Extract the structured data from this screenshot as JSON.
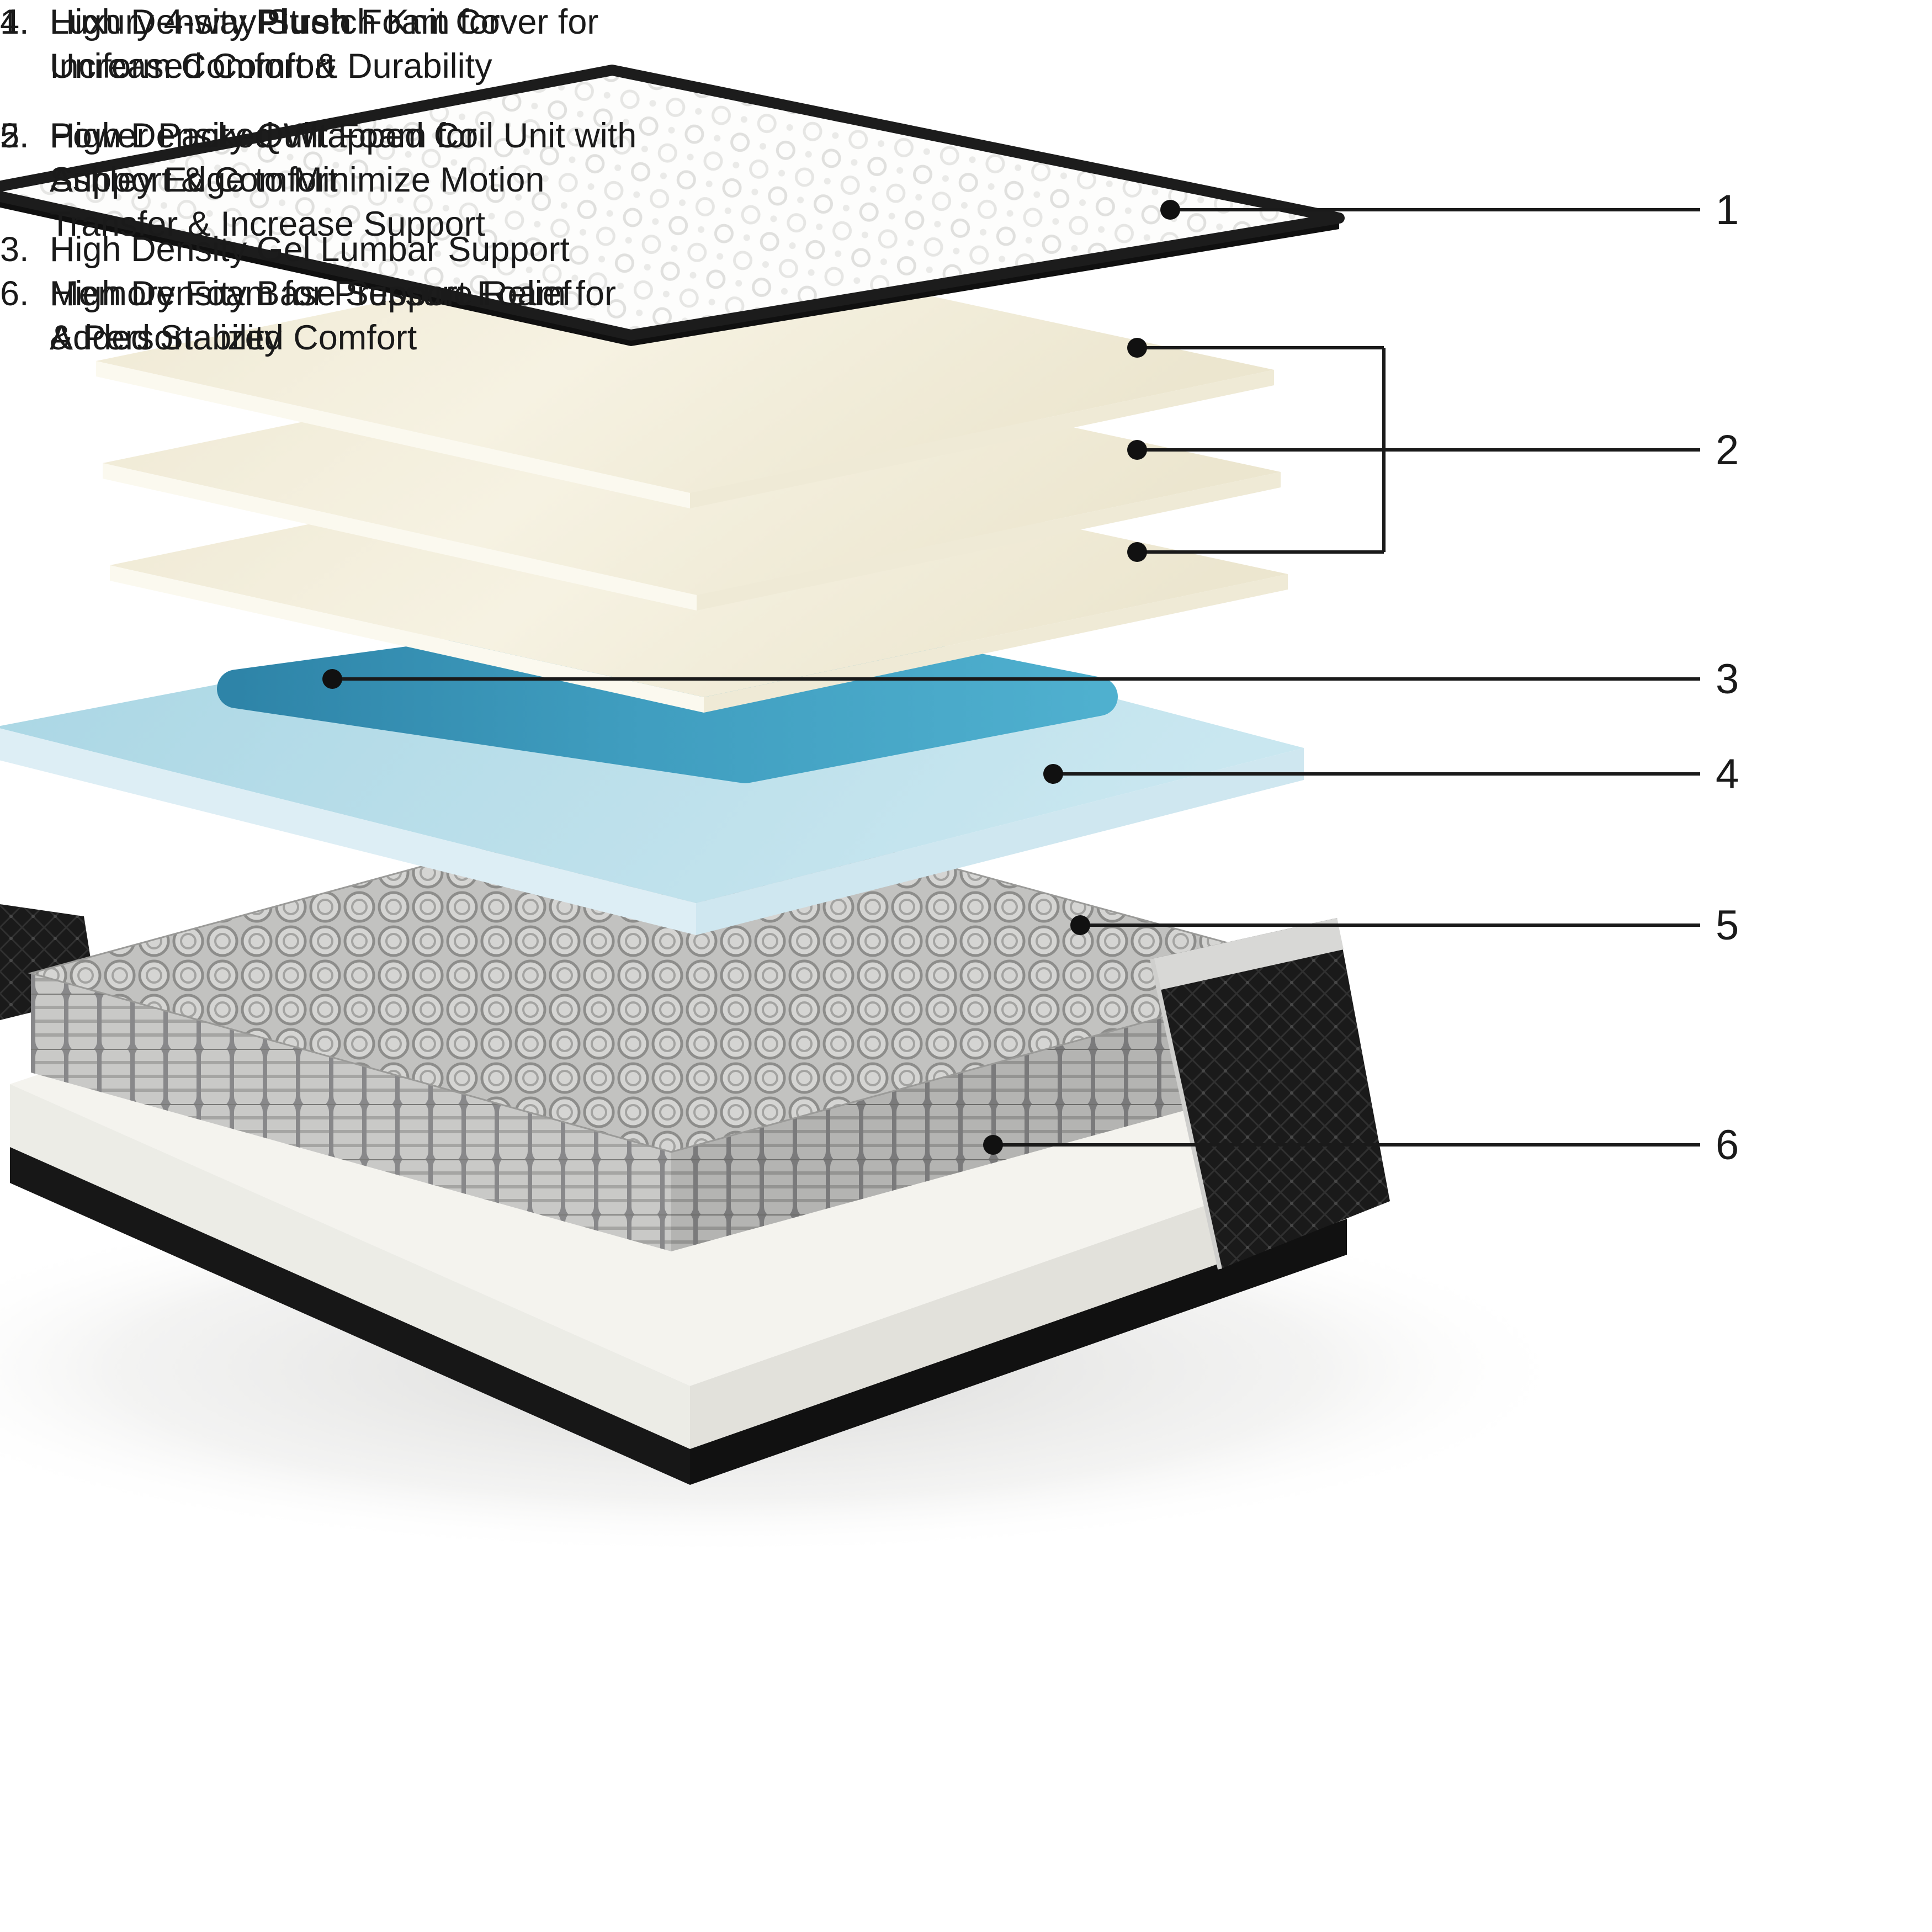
{
  "callouts": [
    {
      "label": "1",
      "name": "stretch-knit-cover"
    },
    {
      "label": "2",
      "name": "quilt-foam-layers"
    },
    {
      "label": "3",
      "name": "gel-lumbar-memory-foam"
    },
    {
      "label": "4",
      "name": "plush-foam"
    },
    {
      "label": "5",
      "name": "wrapped-coil-unit"
    },
    {
      "label": "6",
      "name": "base-support-foam"
    }
  ],
  "legend": {
    "left": [
      {
        "num": "1.",
        "lines": [
          "Luxury 4-way Stretch Knit Cover for",
          "Uniform Comfort & Durability"
        ]
      },
      {
        "num": "2.",
        "lines": [
          "High Density Quilt Foam for",
          "Support & Comfort"
        ]
      },
      {
        "num": "3.",
        "lines": [
          "High Density Gel Lumbar Support",
          "Memory Foam for Pressure Relief",
          "& Personalized Comfort"
        ]
      }
    ],
    "right": [
      {
        "num": "4.",
        "l1_pre": "High Density ",
        "l1_bold": "Plush",
        "l1_post": " Foam for",
        "l2": "Increased Comfort"
      },
      {
        "num": "5.",
        "lines": [
          "Power Packed Wrapped Coil Unit with",
          "Ashley Edge to Minimize Motion",
          "Transfer & Increase Support"
        ]
      },
      {
        "num": "6.",
        "lines": [
          "High Density Base Support Foam for",
          "Added Stability"
        ]
      }
    ]
  },
  "colors": {
    "background": "#ffffff",
    "callout_line": "#1a1a1a",
    "cover_edge": "#1c1c1c",
    "quilt_foam": "#f1ecd8",
    "gel_layer": "#3f9dbf",
    "plush_foam": "#b7dbe8",
    "coil_gray": "#c6c6c4",
    "shell_black": "#1a1a1a"
  }
}
